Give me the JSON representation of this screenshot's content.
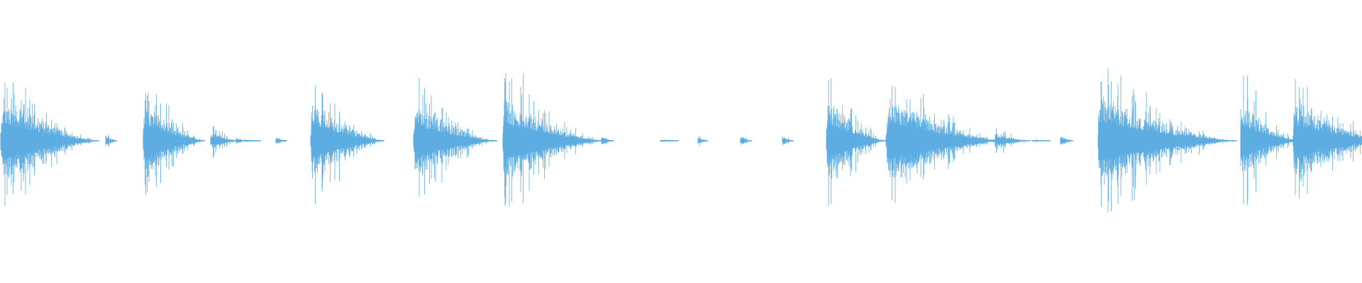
{
  "waveform": {
    "color": "#5dade2",
    "background": "#ffffff",
    "hits": [
      {
        "start_s": 0.0,
        "attack_s": 0.04,
        "decay_s": 1.4,
        "peak": 0.82,
        "body": 0.45
      },
      {
        "start_s": 1.48,
        "attack_s": 0.005,
        "decay_s": 0.18,
        "peak": 0.1,
        "body": 0.06
      },
      {
        "start_s": 2.01,
        "attack_s": 0.03,
        "decay_s": 0.88,
        "peak": 0.8,
        "body": 0.42
      },
      {
        "start_s": 2.96,
        "attack_s": 0.005,
        "decay_s": 0.42,
        "peak": 0.2,
        "body": 0.09
      },
      {
        "start_s": 3.32,
        "attack_s": 0.005,
        "decay_s": 0.45,
        "peak": 0.03,
        "body": 0.02
      },
      {
        "start_s": 3.88,
        "attack_s": 0.004,
        "decay_s": 0.18,
        "peak": 0.07,
        "body": 0.04
      },
      {
        "start_s": 4.37,
        "attack_s": 0.03,
        "decay_s": 1.05,
        "peak": 0.86,
        "body": 0.42
      },
      {
        "start_s": 5.82,
        "attack_s": 0.03,
        "decay_s": 1.2,
        "peak": 0.78,
        "body": 0.4
      },
      {
        "start_s": 7.08,
        "attack_s": 0.03,
        "decay_s": 1.45,
        "peak": 0.9,
        "body": 0.46
      },
      {
        "start_s": 8.47,
        "attack_s": 0.004,
        "decay_s": 0.2,
        "peak": 0.08,
        "body": 0.05
      },
      {
        "start_s": 9.3,
        "attack_s": 0.004,
        "decay_s": 0.4,
        "peak": 0.02,
        "body": 0.01
      },
      {
        "start_s": 9.83,
        "attack_s": 0.004,
        "decay_s": 0.16,
        "peak": 0.08,
        "body": 0.05
      },
      {
        "start_s": 10.43,
        "attack_s": 0.004,
        "decay_s": 0.18,
        "peak": 0.08,
        "body": 0.05
      },
      {
        "start_s": 11.02,
        "attack_s": 0.004,
        "decay_s": 0.18,
        "peak": 0.08,
        "body": 0.05
      },
      {
        "start_s": 11.64,
        "attack_s": 0.03,
        "decay_s": 0.85,
        "peak": 0.92,
        "body": 0.44
      },
      {
        "start_s": 12.48,
        "attack_s": 0.05,
        "decay_s": 1.65,
        "peak": 0.88,
        "body": 0.46
      },
      {
        "start_s": 14.02,
        "attack_s": 0.004,
        "decay_s": 0.55,
        "peak": 0.18,
        "body": 0.08
      },
      {
        "start_s": 14.54,
        "attack_s": 0.004,
        "decay_s": 0.4,
        "peak": 0.02,
        "body": 0.01
      },
      {
        "start_s": 14.94,
        "attack_s": 0.004,
        "decay_s": 0.2,
        "peak": 0.08,
        "body": 0.05
      },
      {
        "start_s": 15.47,
        "attack_s": 0.03,
        "decay_s": 2.0,
        "peak": 0.95,
        "body": 0.48
      },
      {
        "start_s": 17.48,
        "attack_s": 0.02,
        "decay_s": 0.85,
        "peak": 0.9,
        "body": 0.4
      },
      {
        "start_s": 18.22,
        "attack_s": 0.03,
        "decay_s": 1.5,
        "peak": 0.7,
        "body": 0.4
      }
    ],
    "duration_s": 19.2
  }
}
